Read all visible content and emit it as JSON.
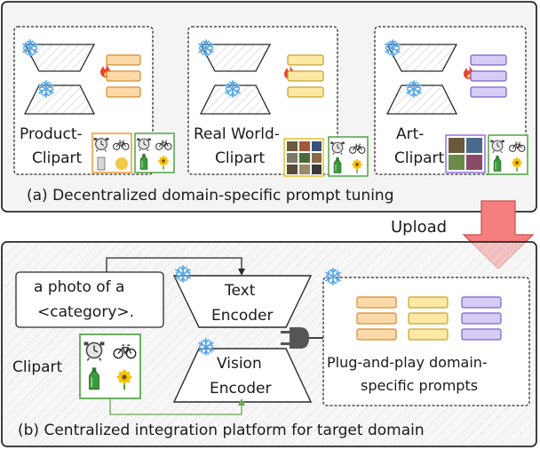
{
  "panel_a": {
    "caption": "(a) Decentralized domain-specific prompt tuning",
    "clients": [
      {
        "label_line1": "Product-",
        "label_line2": "Clipart",
        "prompt_color": "#fbd9a8",
        "prompt_stroke": "#d98a2b"
      },
      {
        "label_line1": "Real World-",
        "label_line2": "Clipart",
        "prompt_color": "#fbe9a4",
        "prompt_stroke": "#c9a22a"
      },
      {
        "label_line1": "Art-",
        "label_line2": "Clipart",
        "prompt_color": "#d6ccf5",
        "prompt_stroke": "#7a62c9"
      }
    ]
  },
  "upload_label": "Upload",
  "panel_b": {
    "caption": "(b) Centralized integration platform for target domain",
    "text_prompt_line1": "a photo of a",
    "text_prompt_line2": "<category>.",
    "text_encoder_line1": "Text",
    "text_encoder_line2": "Encoder",
    "vision_encoder_line1": "Vision",
    "vision_encoder_line2": "Encoder",
    "image_label": "Clipart",
    "prompts_line1": "Plug-and-play domain-",
    "prompts_line2": "specific prompts"
  },
  "colors": {
    "orange_prompt": "#fbd9a8",
    "yellow_prompt": "#fbe9a4",
    "purple_prompt": "#d6ccf5",
    "upload_arrow": "#f57f7f",
    "frozen_icon": "#5aa8e6",
    "fire_icon": "#e8452c",
    "link_line": "#6aa84f"
  },
  "icons": [
    "snowflake-icon",
    "fire-icon",
    "plug-icon",
    "clock-icon",
    "bicycle-icon",
    "bottle-icon",
    "sunflower-icon",
    "upload-arrow-icon"
  ]
}
